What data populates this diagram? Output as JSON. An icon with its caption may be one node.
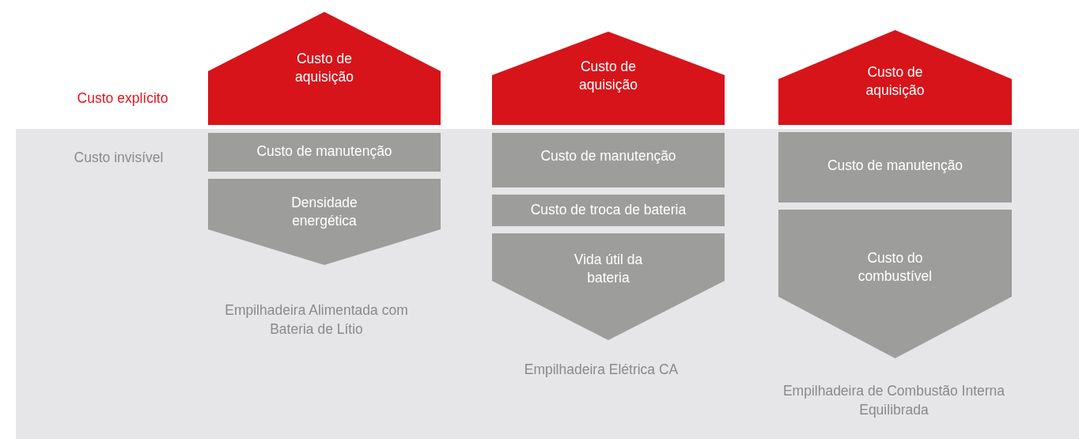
{
  "diagram": {
    "nodes": [
      {
        "text": [
          "Custo de aquisição"
        ]
      },
      {
        "text": [
          "Custo de manutenção"
        ]
      },
      {
        "text": [
          "Densidade energética"
        ]
      },
      {
        "text": [
          "Custo de aquisição"
        ]
      },
      {
        "text": [
          "Custo de manutenção"
        ]
      },
      {
        "text": [
          "Custo de troca de bateria"
        ]
      },
      {
        "text": [
          "Vida útil da bateria"
        ]
      },
      {
        "text": [
          "Custo de aquisição"
        ]
      },
      {
        "text": [
          "Custo de manutenção"
        ]
      },
      {
        "text": [
          "Custo do combustível"
        ]
      }
    ],
    "labels": [
      "Custo explícito",
      "Custo invisível",
      "Empilhadeira Alimentada com Bateria de Lítio",
      "Empilhadeira Elétrica CA",
      "Empilhadeira de Combustão Interna Equilibrada"
    ]
  }
}
